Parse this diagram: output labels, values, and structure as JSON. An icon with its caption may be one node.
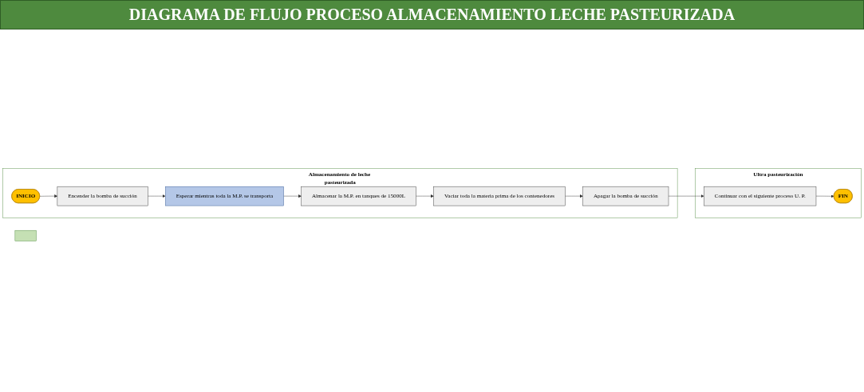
{
  "diagram": {
    "title": "DIAGRAMA DE FLUJO PROCESO ALMACENAMIENTO LECHE PASTEURIZADA",
    "nodes": [
      {
        "text": [
          "Almacenamiento de leche pasteurizada"
        ]
      },
      {
        "text": [
          "INICIO"
        ],
        "in": 0
      },
      {
        "text": [
          "Encender la bomba de succión"
        ],
        "in": 0
      },
      {
        "text": [
          "Esperar mientras toda la M.P. se transporta"
        ],
        "in": 0
      },
      {
        "text": [
          "Almacenar la M.P. en tanques de 15000L"
        ],
        "in": 0
      },
      {
        "text": [
          "Vaciar toda la materia prima de los contenedores"
        ],
        "in": 0
      },
      {
        "text": [
          "Apagar la bomba de succión"
        ],
        "in": 0
      },
      {
        "text": [
          "Ultra pasteurización"
        ]
      },
      {
        "text": [
          "Continuar con el siguiente proceso U. P."
        ],
        "in": 7
      },
      {
        "text": [
          "FIN"
        ],
        "in": 7
      },
      {
        "text": [],
        "shape": "bar"
      }
    ],
    "edges": [
      {
        "from": 1,
        "to": 2,
        "arrow": "to"
      },
      {
        "from": 2,
        "to": 3,
        "arrow": "to"
      },
      {
        "from": 3,
        "to": 4,
        "arrow": "to"
      },
      {
        "from": 4,
        "to": 5,
        "arrow": "to"
      },
      {
        "from": 5,
        "to": 6,
        "arrow": "to"
      },
      {
        "from": 6,
        "to": 8,
        "arrow": "to"
      },
      {
        "from": 8,
        "to": 9,
        "arrow": "to"
      }
    ]
  }
}
